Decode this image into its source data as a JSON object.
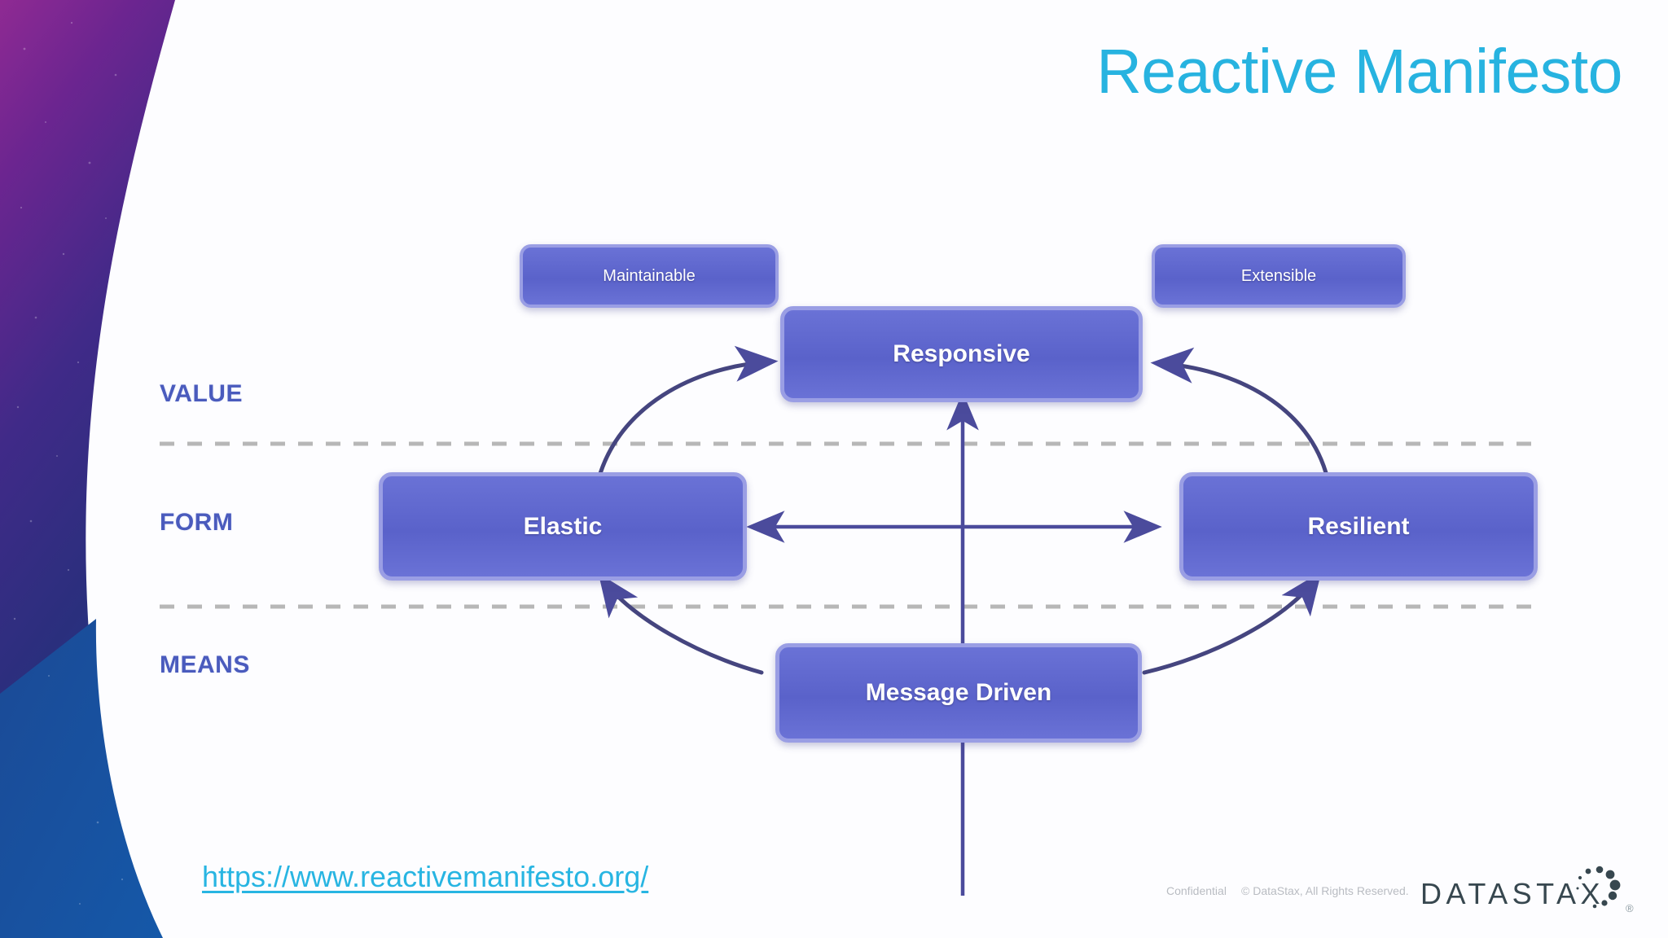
{
  "slide": {
    "title": "Reactive Manifesto",
    "title_color": "#27b3e0",
    "background_color": "#fdfdff"
  },
  "decoration": {
    "gradient_top_color": "#8a2a8f",
    "gradient_mid_color": "#3d2a86",
    "gradient_bottom_color": "#17519e",
    "accent_blue": "#17519e"
  },
  "diagram": {
    "node_fill_color": "#5a62ca",
    "node_border_color": "#9a9ee4",
    "arrow_color": "#4b4b9c",
    "divider_color": "#b8b8b8",
    "tier_label_color": "#4a5bbd",
    "tiers": [
      {
        "label": "VALUE"
      },
      {
        "label": "FORM"
      },
      {
        "label": "MEANS"
      }
    ],
    "nodes": [
      {
        "id": "maintainable",
        "label": "Maintainable",
        "tier": "VALUE",
        "kind": "satellite"
      },
      {
        "id": "extensible",
        "label": "Extensible",
        "tier": "VALUE",
        "kind": "satellite"
      },
      {
        "id": "responsive",
        "label": "Responsive",
        "tier": "VALUE",
        "kind": "primary"
      },
      {
        "id": "elastic",
        "label": "Elastic",
        "tier": "FORM",
        "kind": "primary"
      },
      {
        "id": "resilient",
        "label": "Resilient",
        "tier": "FORM",
        "kind": "primary"
      },
      {
        "id": "message-driven",
        "label": "Message Driven",
        "tier": "MEANS",
        "kind": "primary"
      }
    ],
    "edges": [
      {
        "from": "elastic",
        "to": "responsive",
        "style": "curved"
      },
      {
        "from": "resilient",
        "to": "responsive",
        "style": "curved"
      },
      {
        "from": "message-driven",
        "to": "elastic",
        "style": "curved"
      },
      {
        "from": "message-driven",
        "to": "resilient",
        "style": "curved"
      },
      {
        "from": "message-driven",
        "to": "responsive",
        "style": "straight"
      },
      {
        "from": "elastic",
        "to": "resilient",
        "style": "bidirectional"
      }
    ]
  },
  "footer": {
    "link_text": "https://www.reactivemanifesto.org/",
    "link_color": "#28b5e2",
    "confidential": "Confidential",
    "copyright": "© DataStax, All Rights Reserved.",
    "logo_text": "DATASTAX",
    "logo_mark": "®"
  }
}
